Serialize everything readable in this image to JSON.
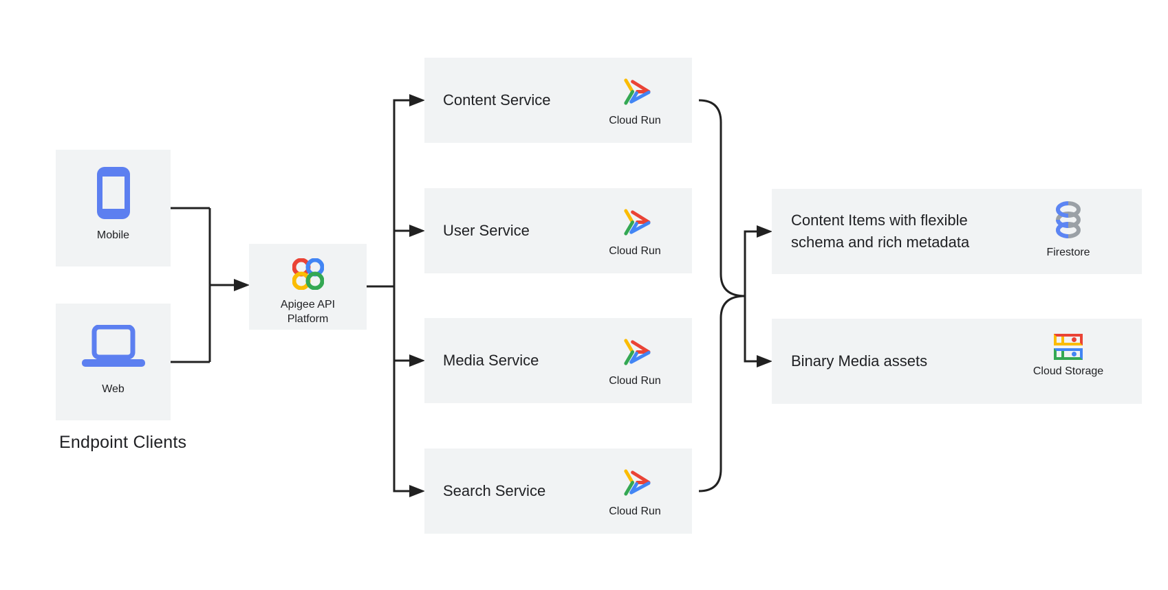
{
  "colors": {
    "box-bg": "#f1f3f4",
    "line": "#212121",
    "text": "#202124",
    "device-blue": "#5c7ff0",
    "g-red": "#ea4335",
    "g-blue": "#4285f4",
    "g-yellow": "#fbbc04",
    "g-green": "#34a853",
    "gray-icon": "#9aa0a6",
    "firestore-blue": "#5c85f4"
  },
  "clients": {
    "caption": "Endpoint Clients",
    "mobile_label": "Mobile",
    "web_label": "Web"
  },
  "gateway": {
    "label": "Apigee API\nPlatform"
  },
  "services": [
    {
      "label": "Content Service",
      "product": "Cloud Run"
    },
    {
      "label": "User Service",
      "product": "Cloud Run"
    },
    {
      "label": "Media Service",
      "product": "Cloud Run"
    },
    {
      "label": "Search Service",
      "product": "Cloud Run"
    }
  ],
  "datastores": [
    {
      "label": "Content Items with flexible schema and rich metadata",
      "product": "Firestore"
    },
    {
      "label": "Binary Media assets",
      "product": "Cloud Storage"
    }
  ]
}
